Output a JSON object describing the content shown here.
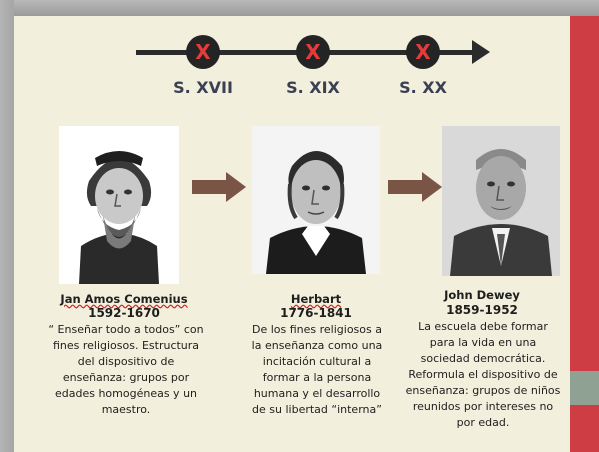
{
  "timeline": {
    "markers": [
      {
        "symbol": "X",
        "century": "S. XVII"
      },
      {
        "symbol": "X",
        "century": "S. XIX"
      },
      {
        "symbol": "X",
        "century": "S. XX"
      }
    ]
  },
  "people": [
    {
      "name": "Jan Amos Comenius",
      "years": "1592-1670",
      "description": "“ Enseñar todo a todos” con\nfines religiosos. Estructura\ndel dispositivo de\nenseñanza: grupos por\nedades homogéneas y un\nmaestro."
    },
    {
      "name": "Herbart",
      "years": "1776-1841",
      "description": "De los fines religiosos a\nla enseñanza como una\nincitación cultural a\nformar a la persona\nhumana y el desarrollo\nde su libertad “interna”"
    },
    {
      "name": "John Dewey",
      "years": "1859-1952",
      "description": "La escuela debe formar\npara la vida en una\nsociedad democrática.\nReformula el dispositivo de\nenseñanza: grupos de niños\nreunidos por intereses no\npor edad."
    }
  ],
  "colors": {
    "slide_background": "#f2efdd",
    "accent_red": "#cf3d44",
    "accent_gray": "#8fa193",
    "timeline": "#2b2b2b",
    "marker_x": "#e53b3b",
    "arrow": "#7a5545",
    "century_text": "#3a3f52"
  }
}
